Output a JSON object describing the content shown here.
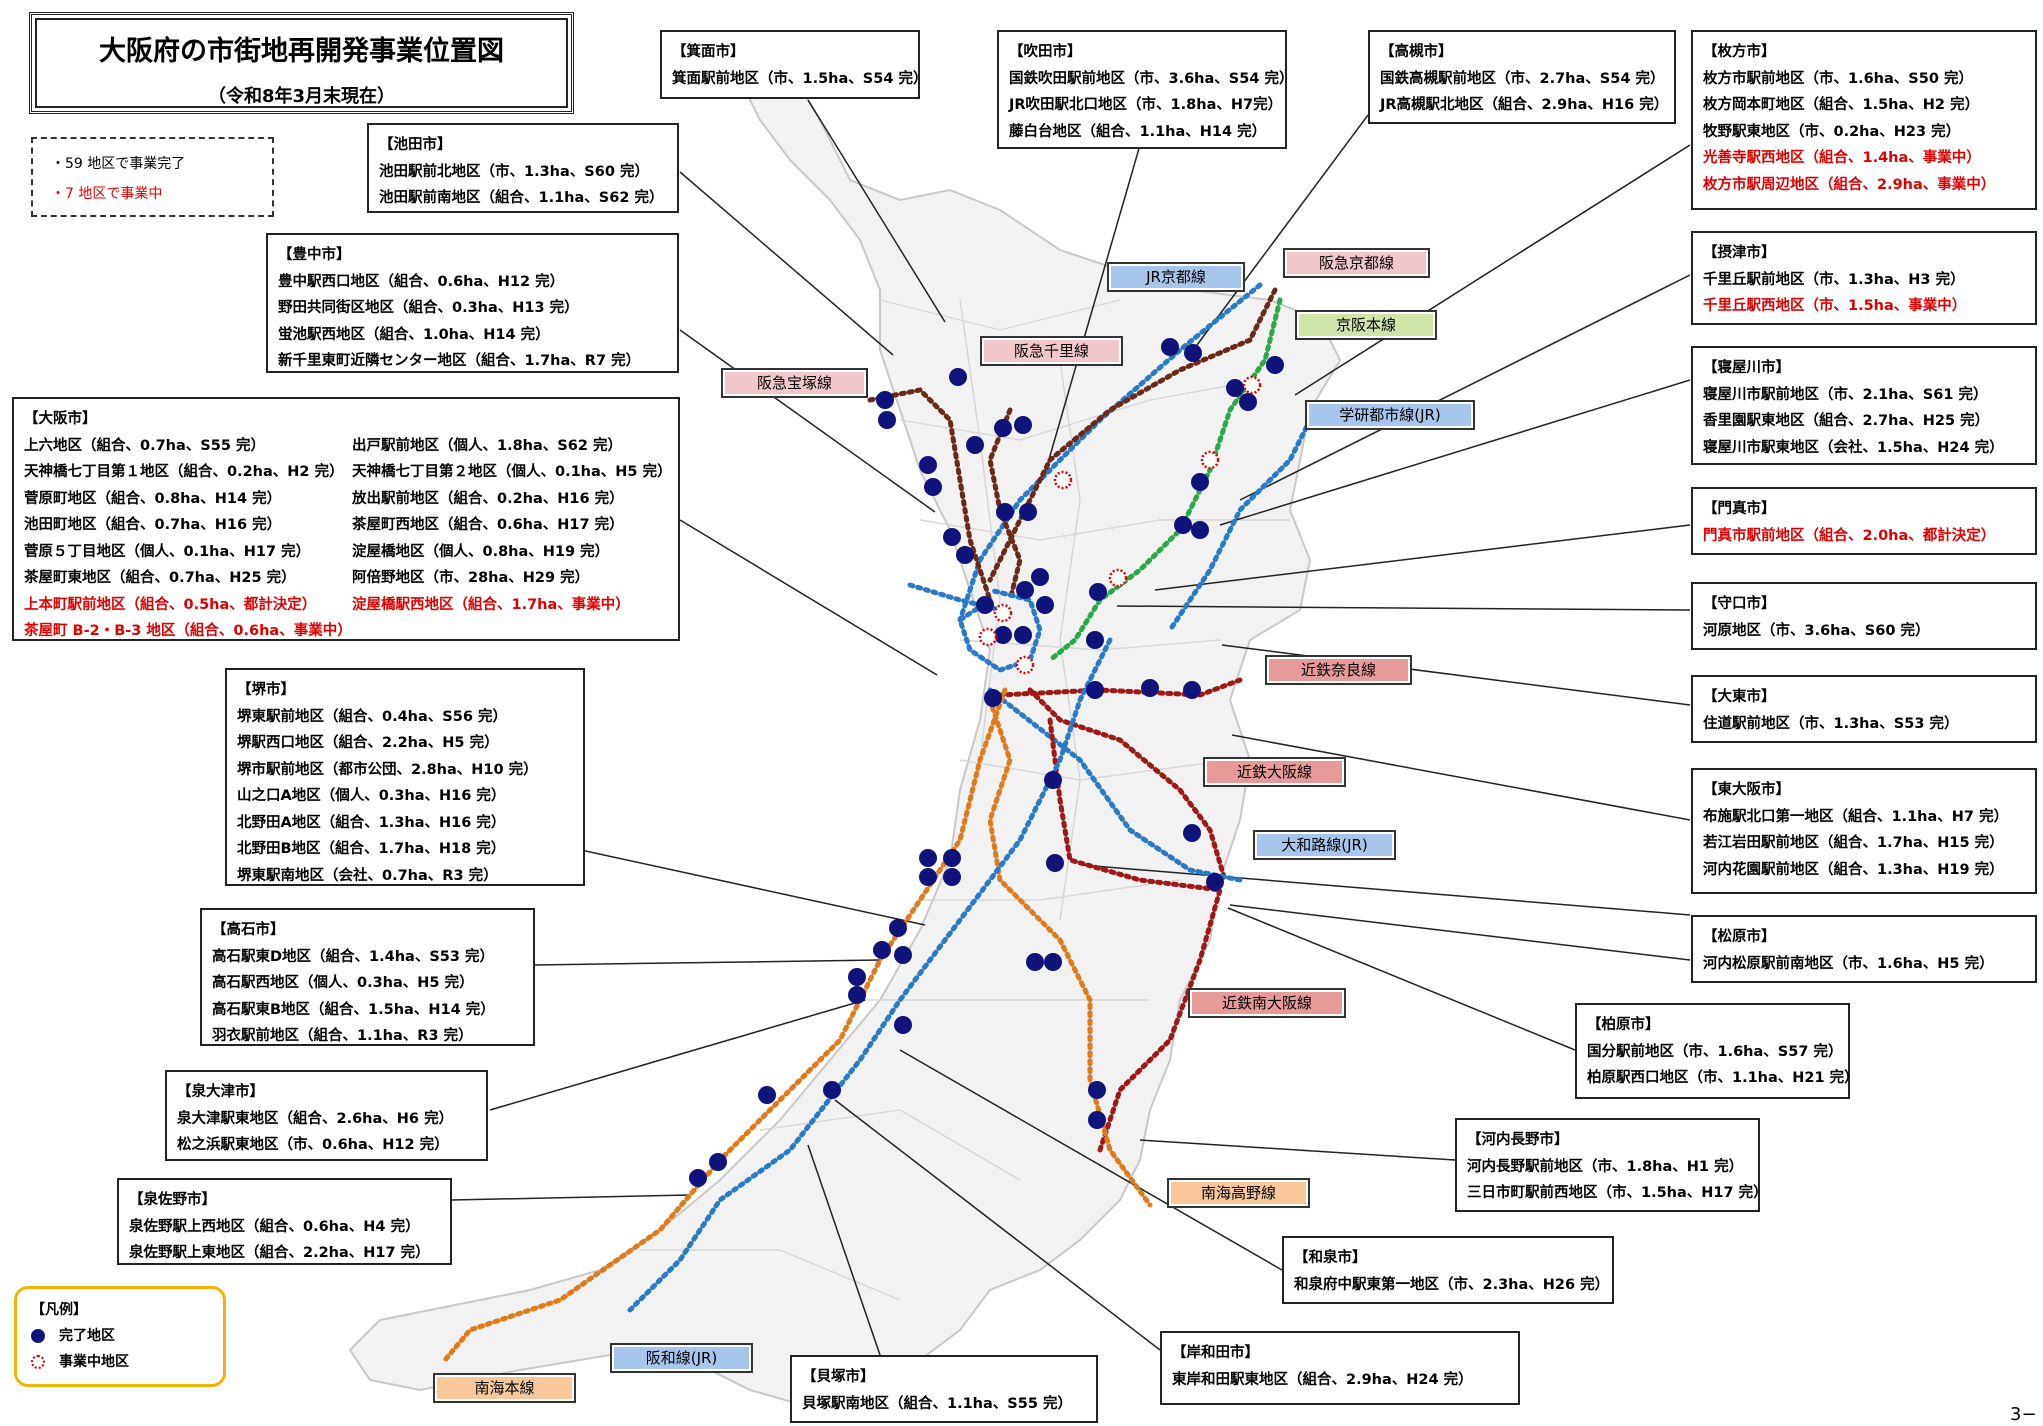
{
  "title": "大阪府の市街地再開発事業位置図",
  "subtitle": "（令和8年3月末現在）",
  "notes": {
    "completed": "・59 地区で事業完了",
    "ongoing": "・7 地区で事業中"
  },
  "legend": {
    "title": "【凡例】",
    "completed": "完了地区",
    "ongoing": "事業中地区"
  },
  "page_number": "3−",
  "colors": {
    "completed_dot": "#10147a",
    "ongoing": "#e00000",
    "legend_border": "#f0b400"
  },
  "lines": {
    "jr_kyoto": "JR京都線",
    "hankyu_kyoto": "阪急京都線",
    "keihan": "京阪本線",
    "hankyu_senri": "阪急千里線",
    "hankyu_takarazuka": "阪急宝塚線",
    "gakken": "学研都市線(JR)",
    "kintetsu_nara": "近鉄奈良線",
    "kintetsu_osaka": "近鉄大阪線",
    "yamatoji": "大和路線(JR)",
    "kintetsu_minami": "近鉄南大阪線",
    "nankai_koya": "南海高野線",
    "hanwa": "阪和線(JR)",
    "nankai_main": "南海本線"
  },
  "cities": {
    "minoh": {
      "name": "【箕面市】",
      "items": [
        "箕面駅前地区（市、1.5ha、S54 完）"
      ]
    },
    "suita": {
      "name": "【吹田市】",
      "items": [
        "国鉄吹田駅前地区（市、3.6ha、S54 完）",
        "JR吹田駅北口地区（市、1.8ha、H7完）",
        "藤白台地区（組合、1.1ha、H14 完）"
      ]
    },
    "takatsuki": {
      "name": "【高槻市】",
      "items": [
        "国鉄高槻駅前地区（市、2.7ha、S54 完）",
        "JR高槻駅北地区（組合、2.9ha、H16 完）"
      ]
    },
    "hirakata": {
      "name": "【枚方市】",
      "items": [
        "枚方市駅前地区（市、1.6ha、S50 完）",
        "枚方岡本町地区（組合、1.5ha、H2 完）",
        "牧野駅東地区（市、0.2ha、H23 完）"
      ],
      "ongoing": [
        "光善寺駅西地区（組合、1.4ha、事業中）",
        "枚方市駅周辺地区（組合、2.9ha、事業中）"
      ]
    },
    "ikeda": {
      "name": "【池田市】",
      "items": [
        "池田駅前北地区（市、1.3ha、S60 完）",
        "池田駅前南地区（組合、1.1ha、S62 完）"
      ]
    },
    "toyonaka": {
      "name": "【豊中市】",
      "items": [
        "豊中駅西口地区（組合、0.6ha、H12 完）",
        "野田共同街区地区（組合、0.3ha、H13 完）",
        "蛍池駅西地区（組合、1.0ha、H14 完）",
        "新千里東町近隣センター地区（組合、1.7ha、R7 完）"
      ]
    },
    "settsu": {
      "name": "【摂津市】",
      "items": [
        "千里丘駅前地区（市、1.3ha、H3 完）"
      ],
      "ongoing": [
        "千里丘駅西地区（市、1.5ha、事業中）"
      ]
    },
    "osaka": {
      "name": "【大阪市】",
      "left": [
        "上六地区（組合、0.7ha、S55 完）",
        "天神橋七丁目第１地区（組合、0.2ha、H2 完）",
        "菅原町地区（組合、0.8ha、H14 完）",
        "池田町地区（組合、0.7ha、H16 完）",
        "菅原５丁目地区（個人、0.1ha、H17 完）",
        "茶屋町東地区（組合、0.7ha、H25 完）"
      ],
      "right": [
        "出戸駅前地区（個人、1.8ha、S62 完）",
        "天神橋七丁目第２地区（個人、0.1ha、H5 完）",
        "放出駅前地区（組合、0.2ha、H16 完）",
        "茶屋町西地区（組合、0.6ha、H17 完）",
        "淀屋橋地区（個人、0.8ha、H19 完）",
        "阿倍野地区（市、28ha、H29 完）"
      ],
      "ongoing_left": [
        "上本町駅前地区（組合、0.5ha、都計決定）",
        "茶屋町 B-2・B-3 地区（組合、0.6ha、事業中）"
      ],
      "ongoing_right": [
        "淀屋橋駅西地区（組合、1.7ha、事業中）"
      ]
    },
    "neyagawa": {
      "name": "【寝屋川市】",
      "items": [
        "寝屋川市駅前地区（市、2.1ha、S61 完）",
        "香里園駅東地区（組合、2.7ha、H25 完）",
        "寝屋川市駅東地区（会社、1.5ha、H24 完）"
      ]
    },
    "kadoma": {
      "name": "【門真市】",
      "ongoing": [
        "門真市駅前地区（組合、2.0ha、都計決定）"
      ]
    },
    "moriguchi": {
      "name": "【守口市】",
      "items": [
        "河原地区（市、3.6ha、S60 完）"
      ]
    },
    "daito": {
      "name": "【大東市】",
      "items": [
        "住道駅前地区（市、1.3ha、S53 完）"
      ]
    },
    "higashiosaka": {
      "name": "【東大阪市】",
      "items": [
        "布施駅北口第一地区（組合、1.1ha、H7 完）",
        "若江岩田駅前地区（組合、1.7ha、H15 完）",
        "河内花園駅前地区（組合、1.3ha、H19 完）"
      ]
    },
    "matsubara": {
      "name": "【松原市】",
      "items": [
        "河内松原駅前南地区（市、1.6ha、H5 完）"
      ]
    },
    "kashiwara": {
      "name": "【柏原市】",
      "items": [
        "国分駅前地区（市、1.6ha、S57 完）",
        "柏原駅西口地区（市、1.1ha、H21 完）"
      ]
    },
    "kawachinagano": {
      "name": "【河内長野市】",
      "items": [
        "河内長野駅前地区（市、1.8ha、H1 完）",
        "三日市町駅前西地区（市、1.5ha、H17 完）"
      ]
    },
    "izumi": {
      "name": "【和泉市】",
      "items": [
        "和泉府中駅東第一地区（市、2.3ha、H26 完）"
      ]
    },
    "kishiwada": {
      "name": "【岸和田市】",
      "items": [
        "東岸和田駅東地区（組合、2.9ha、H24 完）"
      ]
    },
    "kaizuka": {
      "name": "【貝塚市】",
      "items": [
        "貝塚駅南地区（組合、1.1ha、S55 完）"
      ]
    },
    "sakai": {
      "name": "【堺市】",
      "items": [
        "堺東駅前地区（組合、0.4ha、S56 完）",
        "堺駅西口地区（組合、2.2ha、H5 完）",
        "堺市駅前地区（都市公団、2.8ha、H10 完）",
        "山之口A地区（個人、0.3ha、H16 完）",
        "北野田A地区（組合、1.3ha、H16 完）",
        "北野田B地区（組合、1.7ha、H18 完）",
        "堺東駅南地区（会社、0.7ha、R3 完）"
      ]
    },
    "takaishi": {
      "name": "【高石市】",
      "items": [
        "高石駅東D地区（組合、1.4ha、S53 完）",
        "高石駅西地区（個人、0.3ha、H5 完）",
        "高石駅東B地区（組合、1.5ha、H14 完）",
        "羽衣駅前地区（組合、1.1ha、R3 完）"
      ]
    },
    "izumiotsu": {
      "name": "【泉大津市】",
      "items": [
        "泉大津駅東地区（組合、2.6ha、H6 完）",
        "松之浜駅東地区（市、0.6ha、H12 完）"
      ]
    },
    "izumisano": {
      "name": "【泉佐野市】",
      "items": [
        "泉佐野駅上西地区（組合、0.6ha、H4 完）",
        "泉佐野駅上東地区（組合、2.2ha、H17 完）"
      ]
    }
  }
}
